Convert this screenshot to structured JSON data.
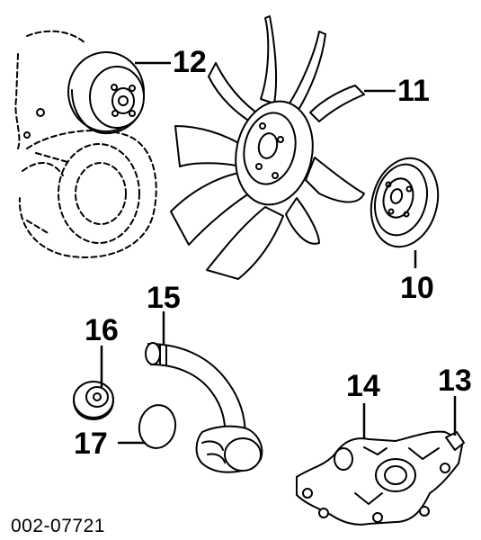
{
  "figure": {
    "document_number": "002-07721"
  },
  "callouts": [
    {
      "id": "12",
      "label": "12",
      "part": "fan-clutch"
    },
    {
      "id": "11",
      "label": "11",
      "part": "fan-blade"
    },
    {
      "id": "10",
      "label": "10",
      "part": "pulley"
    },
    {
      "id": "15",
      "label": "15",
      "part": "coolant-hose-tube"
    },
    {
      "id": "16",
      "label": "16",
      "part": "plug"
    },
    {
      "id": "17",
      "label": "17",
      "part": "gasket"
    },
    {
      "id": "14",
      "label": "14",
      "part": "water-pump-housing"
    },
    {
      "id": "13",
      "label": "13",
      "part": "water-pump-bolt"
    }
  ]
}
